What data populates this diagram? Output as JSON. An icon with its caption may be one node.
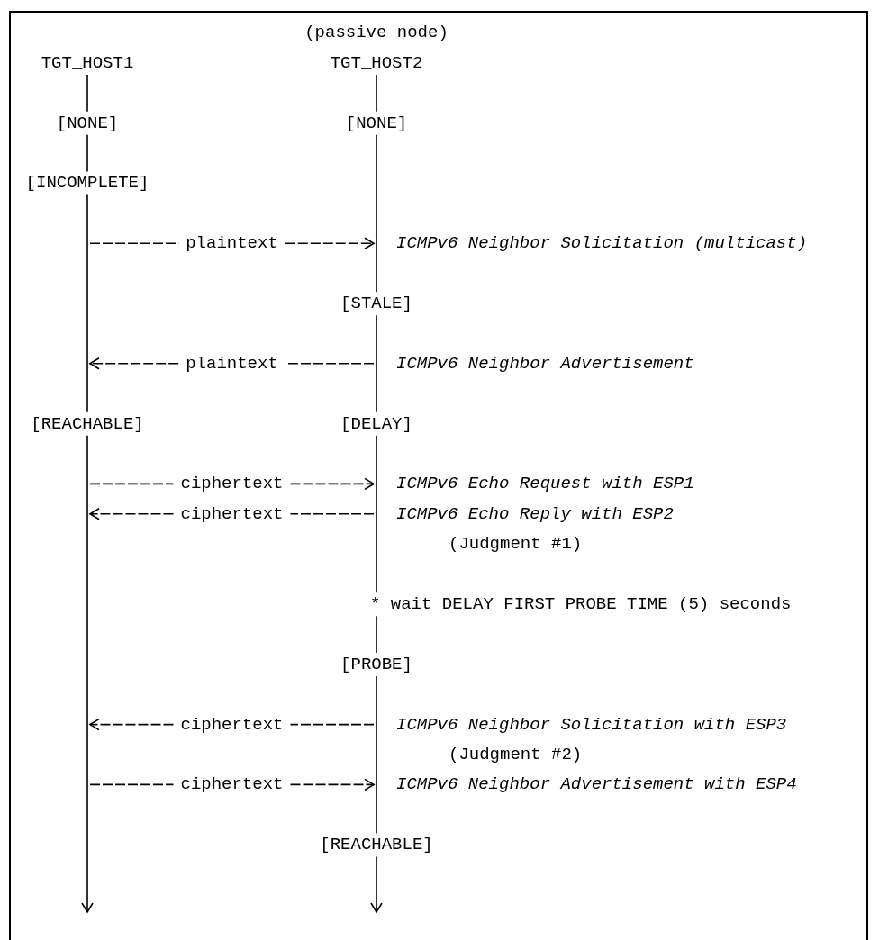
{
  "diagram": {
    "nodes": [
      {
        "text": [
          "TGT_HOST1"
        ]
      },
      {
        "text": [
          "TGT_HOST2"
        ],
        "beside": [
          "(passive node)"
        ]
      },
      {
        "text": [],
        "shape": "line"
      },
      {
        "text": [],
        "shape": "line"
      }
    ],
    "edges": [
      {
        "from": 2,
        "to": null,
        "arrow": "to"
      },
      {
        "from": 3,
        "to": null,
        "arrow": "to"
      },
      {
        "from": 2,
        "to": 3,
        "arrow": "to",
        "label": "plaintext",
        "style": "dashed"
      },
      {
        "from": 3,
        "to": 2,
        "arrow": "to",
        "label": "plaintext",
        "style": "dashed"
      },
      {
        "from": 2,
        "to": 3,
        "arrow": "to",
        "label": "ciphertext",
        "style": "dashed"
      },
      {
        "from": 3,
        "to": 2,
        "arrow": "to",
        "label": "ciphertext",
        "style": "dashed"
      },
      {
        "from": 3,
        "to": 2,
        "arrow": "to",
        "label": "ciphertext",
        "style": "dashed"
      },
      {
        "from": 2,
        "to": 3,
        "arrow": "to",
        "label": "ciphertext",
        "style": "dashed"
      }
    ],
    "labels": [
      "[NONE]",
      "[NONE]",
      "[INCOMPLETE]",
      "ICMPv6 Neighbor Solicitation (multicast)",
      "[STALE]",
      "ICMPv6 Neighbor Advertisement",
      "[REACHABLE]",
      "[DELAY]",
      "ICMPv6 Echo Request with ESP1",
      "ICMPv6 Echo Reply with ESP2",
      "(Judgment #1)",
      "* wait DELAY_FIRST_PROBE_TIME (5) seconds",
      "[PROBE]",
      "ICMPv6 Neighbor Solicitation with ESP3",
      "(Judgment #2)",
      "ICMPv6 Neighbor Advertisement with ESP4",
      "[REACHABLE]"
    ]
  }
}
